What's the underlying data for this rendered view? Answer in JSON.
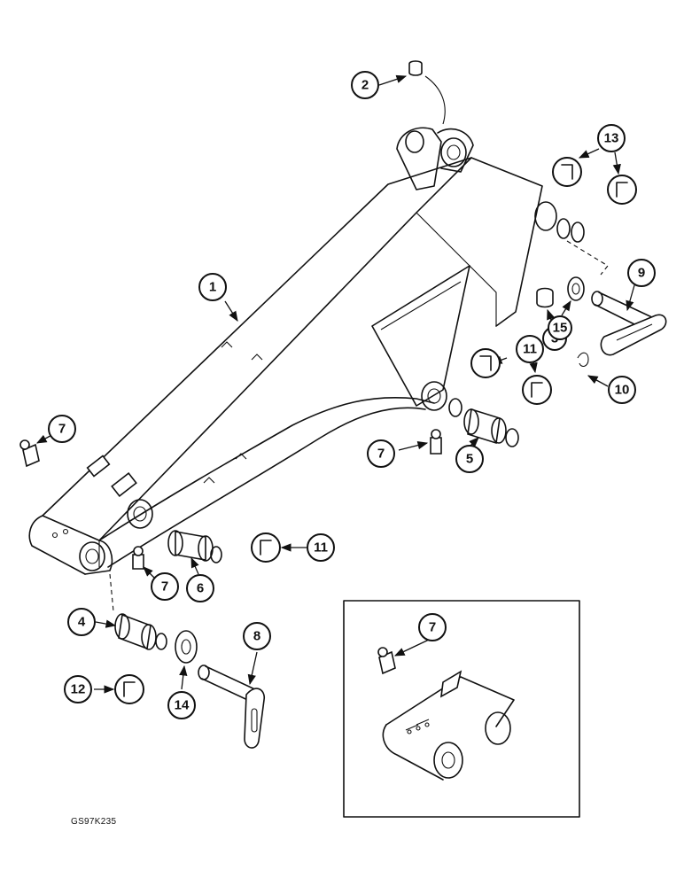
{
  "figure_code": "GS97K235",
  "callouts": [
    "1",
    "2",
    "3",
    "4",
    "5",
    "6",
    "7",
    "7",
    "7",
    "7",
    "8",
    "9",
    "10",
    "11",
    "11",
    "12",
    "13",
    "14",
    "15"
  ],
  "icons": {
    "seal_symbol": "seal-lip-symbol-icon",
    "grease_fitting": "grease-fitting-icon",
    "bushing": "bushing-icon",
    "pin": "pivot-pin-icon"
  }
}
